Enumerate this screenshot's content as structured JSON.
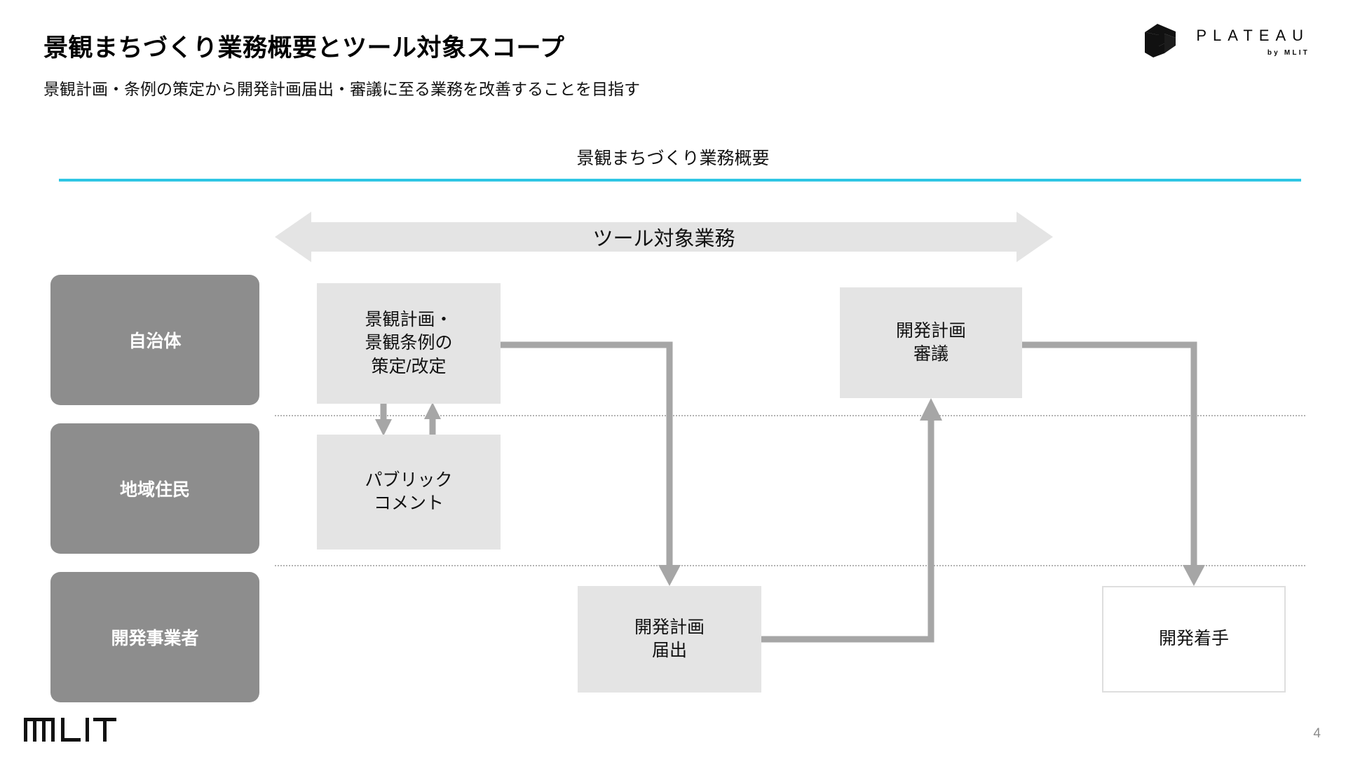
{
  "header": {
    "title": "景観まちづくり業務概要とツール対象スコープ",
    "subtitle": "景観計画・条例の策定から開発計画届出・審議に至る業務を改善することを目指す",
    "logo": {
      "name": "PLATEAU",
      "byline": "by MLIT",
      "mark_icon": "plateau-cube-icon"
    }
  },
  "section": {
    "title": "景観まちづくり業務概要",
    "rule_color": "#2fc6e4"
  },
  "scope": {
    "label": "ツール対象業務",
    "fill_color": "#e4e4e4",
    "direction": "double"
  },
  "lanes": [
    {
      "id": "municipality",
      "label": "自治体"
    },
    {
      "id": "residents",
      "label": "地域住民"
    },
    {
      "id": "developer",
      "label": "開発事業者"
    }
  ],
  "lane_style": {
    "fill_color": "#8d8d8d",
    "text_color": "#ffffff",
    "divider_color": "#b3b3b3"
  },
  "nodes": [
    {
      "id": "plan",
      "lane": "municipality",
      "label": "景観計画・\n景観条例の\n策定/改定",
      "style": "filled"
    },
    {
      "id": "public",
      "lane": "residents",
      "label": "パブリック\nコメント",
      "style": "filled"
    },
    {
      "id": "submit",
      "lane": "developer",
      "label": "開発計画\n届出",
      "style": "filled"
    },
    {
      "id": "review",
      "lane": "municipality",
      "label": "開発計画\n審議",
      "style": "filled"
    },
    {
      "id": "start",
      "lane": "developer",
      "label": "開発着手",
      "style": "outline"
    }
  ],
  "node_style": {
    "filled_color": "#e4e4e4",
    "outline_border_color": "#dedede",
    "connector_color": "#a6a6a6"
  },
  "connectors": [
    {
      "from": "plan",
      "to": "public",
      "shape": "vertical-down"
    },
    {
      "from": "public",
      "to": "plan",
      "shape": "vertical-up"
    },
    {
      "from": "plan",
      "to": "submit",
      "shape": "right-then-down"
    },
    {
      "from": "submit",
      "to": "review",
      "shape": "right-then-up"
    },
    {
      "from": "review",
      "to": "start",
      "shape": "right-then-down"
    }
  ],
  "footer": {
    "logo_text": "MLIT",
    "page_number": "4"
  }
}
